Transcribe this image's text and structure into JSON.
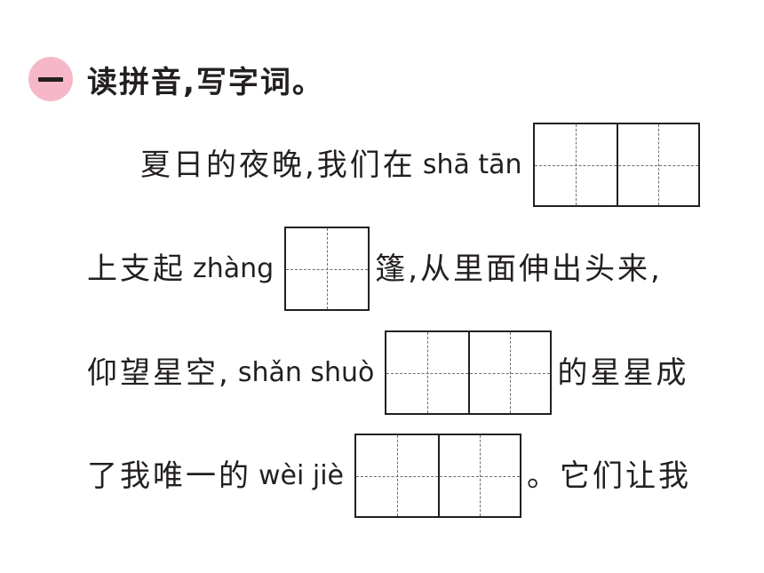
{
  "exercise": {
    "badge_label": "一",
    "title": "读拼音,写字词。"
  },
  "lines": [
    {
      "before": "夏日的夜晚,我们在",
      "pinyin": "shā tān",
      "after": ""
    },
    {
      "before": "上支起",
      "pinyin": "zhàng",
      "after": "篷,从里面伸出头来,"
    },
    {
      "before": "仰望星空,",
      "pinyin": "shǎn shuò",
      "after": "的星星成"
    },
    {
      "before": "了我唯一的",
      "pinyin": "wèi jiè",
      "after": "。它们让我"
    }
  ]
}
